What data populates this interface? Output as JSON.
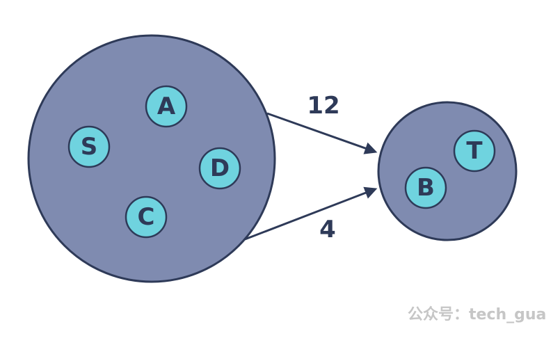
{
  "groups": [
    {
      "id": "source-set",
      "nodes": [
        "A",
        "S",
        "D",
        "C"
      ]
    },
    {
      "id": "sink-set",
      "nodes": [
        "T",
        "B"
      ]
    }
  ],
  "nodes": {
    "A": "A",
    "S": "S",
    "D": "D",
    "C": "C",
    "T": "T",
    "B": "B"
  },
  "edges": {
    "upper": {
      "from": "source-set",
      "to": "sink-set",
      "label": "12"
    },
    "lower": {
      "from": "source-set",
      "to": "sink-set",
      "label": "4"
    }
  },
  "colors": {
    "set_fill": "#7f8bb0",
    "node_fill": "#6fd3df",
    "stroke": "#2e3a58",
    "watermark": "#c6c6c6"
  },
  "watermark": "公众号：tech_gua"
}
